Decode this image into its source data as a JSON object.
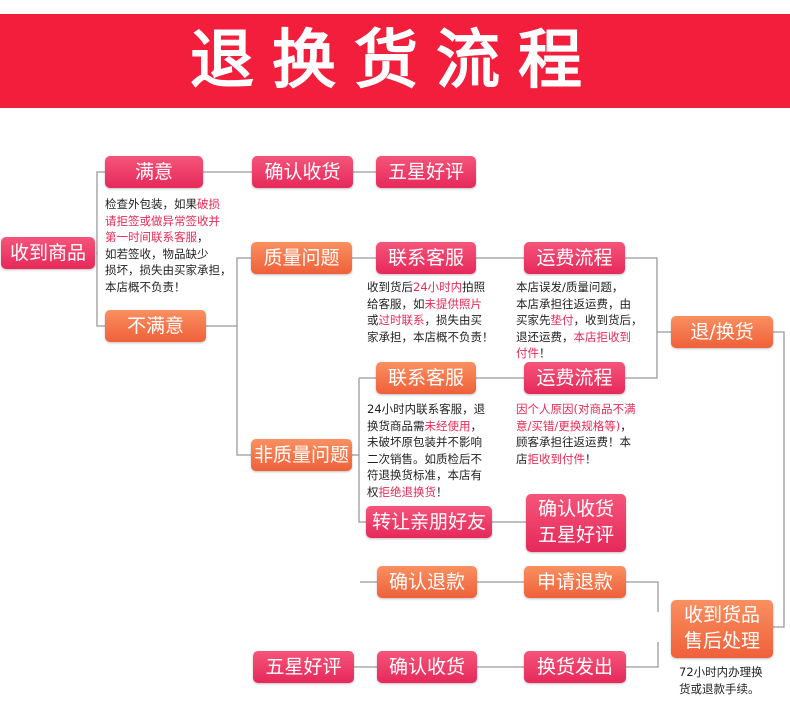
{
  "title": "退换货流程",
  "colors": {
    "banner": "#f21e3c",
    "pink_box": "#ea3563",
    "orange_box": "#f47245",
    "highlight": "#ea2a55",
    "line": "#999999"
  },
  "nodes": {
    "received": "收到商品",
    "satisfied": "满意",
    "confirm_receipt_1": "确认收货",
    "five_star_1": "五星好评",
    "quality_issue": "质量问题",
    "contact_cs_1": "联系客服",
    "shipping_flow_1": "运费流程",
    "return_exchange": "退/换货",
    "unsatisfied": "不满意",
    "contact_cs_2": "联系客服",
    "shipping_flow_2": "运费流程",
    "non_quality_issue": "非质量问题",
    "transfer_friend": "转让亲朋好友",
    "confirm_receipt_2_l1": "确认收货",
    "confirm_receipt_2_l2": "五星好评",
    "confirm_refund": "确认退款",
    "apply_refund": "申请退款",
    "after_sales_l1": "收到货品",
    "after_sales_l2": "售后处理",
    "five_star_3": "五星好评",
    "confirm_receipt_3": "确认收货",
    "exchange_ship": "换货发出"
  },
  "notes": {
    "inspect": {
      "t1": "检查外包装，如果",
      "r1": "破损",
      "r2": "请拒签或做异常签收并",
      "r3": "第一时间联系客服",
      "t2": "，",
      "t3": "如若签收，物品缺少",
      "t4": "损坏，损失由买家承担，",
      "t5": "本店概不负责！"
    },
    "quality": {
      "t1": "收到货后",
      "r1": "24小时内",
      "t2": "拍照",
      "t3": "给客服，如",
      "r2": "未提供照片",
      "t4": "或",
      "r3": "过时联系",
      "t5": "，损失由买",
      "t6": "家承担，本店概不负责！"
    },
    "shipping1": {
      "t1": "本店误发/质量问题，",
      "t2": "本店承担往返运费，由",
      "t3": "买家先",
      "r1": "垫付",
      "t4": "，收到货后，",
      "t5": "退还运费，",
      "r2": "本店拒收到",
      "r3": "付件",
      "t6": "！"
    },
    "nonquality": {
      "t1": "24小时内联系客服，退",
      "t2": "换货商品需",
      "r1": "未经使用",
      "t3": "，",
      "t4": "未破坏原包装并不影响",
      "t5": "二次销售。如质检后不",
      "t6": "符退换货标准，本店有",
      "t7": "权",
      "r2": "拒绝退换货",
      "t8": "！"
    },
    "shipping2": {
      "r1": "因个人原因(对商品不满",
      "r2": "意/买错/更换规格等)",
      "t1": "，",
      "t2": "顾客承担往返运费！本",
      "t3": "店",
      "r3": "拒收到付件",
      "t4": "！"
    },
    "hours72": {
      "t1": "72小时内办理换",
      "t2": "货或退款手续。"
    }
  }
}
